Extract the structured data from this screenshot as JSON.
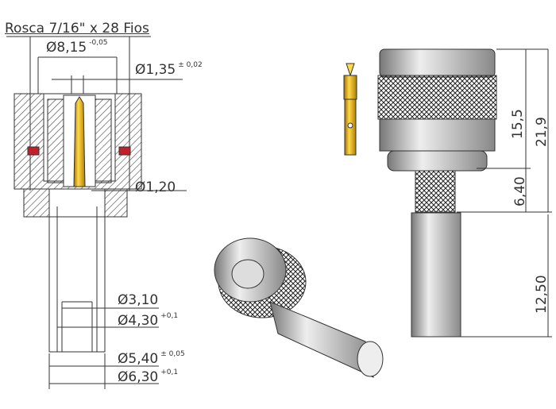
{
  "title": "Rosca 7/16\" x 28 Fios",
  "dimensions": {
    "d815": {
      "value": "Ø8,15",
      "tol": "-0,05"
    },
    "d135": {
      "value": "Ø1,35",
      "tol": "± 0,02"
    },
    "d120": {
      "value": "Ø1,20"
    },
    "d310": {
      "value": "Ø3,10"
    },
    "d430": {
      "value": "Ø4,30",
      "tol": "+0,1"
    },
    "d540": {
      "value": "Ø5,40",
      "tol": "± 0,05"
    },
    "d630": {
      "value": "Ø6,30",
      "tol": "+0,1"
    },
    "h155": "15,5",
    "h219": "21,9",
    "h640": "6,40",
    "h1250": "12,50"
  },
  "colors": {
    "pin": "#d4a017",
    "seal": "#c0202a",
    "line": "#333333"
  }
}
